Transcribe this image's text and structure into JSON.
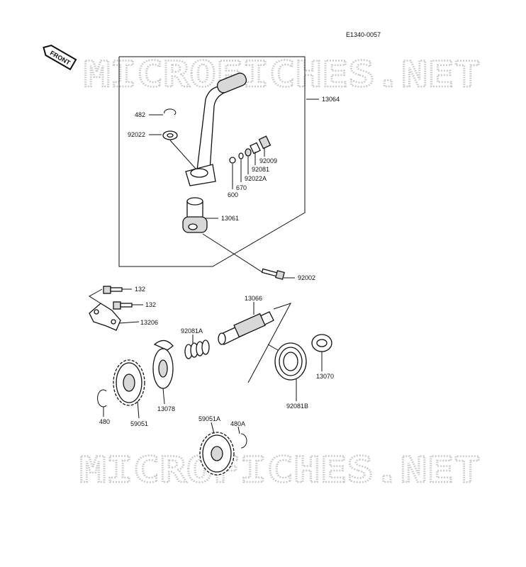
{
  "diagram_code": "E1340-0057",
  "front_label": "FRONT",
  "watermark": "MICROFICHES.NET",
  "parts": {
    "p482": "482",
    "p92022": "92022",
    "p13064": "13064",
    "p92009": "92009",
    "p92081": "92081",
    "p92022A": "92022A",
    "p670": "670",
    "p600": "600",
    "p13061": "13061",
    "p92002": "92002",
    "p132a": "132",
    "p132b": "132",
    "p13206": "13206",
    "p13066": "13066",
    "p92081A": "92081A",
    "p13070": "13070",
    "p92081B": "92081B",
    "p13078": "13078",
    "p480": "480",
    "p59051": "59051",
    "p59051A": "59051A",
    "p480A": "480A"
  }
}
